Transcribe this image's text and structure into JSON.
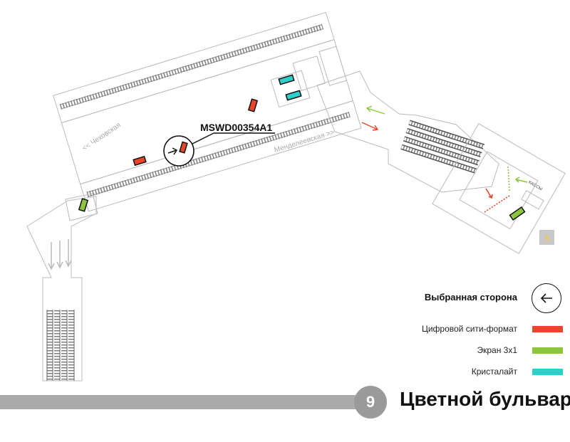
{
  "map": {
    "labels": {
      "chekhovskaya": "<< Чеховская",
      "mendeleevskaya": "Менделеевская >>",
      "kassy": "КАССЫ"
    },
    "selected_code": "MSWD00354A1",
    "exit_number": "1"
  },
  "legend": {
    "title": "Выбранная сторона",
    "items": [
      {
        "label": "Цифровой сити-формат",
        "color": "#e8452b"
      },
      {
        "label": "Экран 3х1",
        "color": "#8cc63f"
      },
      {
        "label": "Кристалайт",
        "color": "#2dd0c8"
      }
    ]
  },
  "footer": {
    "line_number": "9",
    "station_name": "Цветной бульвар"
  },
  "colors": {
    "gray_bar": "#aaaaaa",
    "badge": "#9a9a9a",
    "exit_badge": "#c8c8c8"
  }
}
